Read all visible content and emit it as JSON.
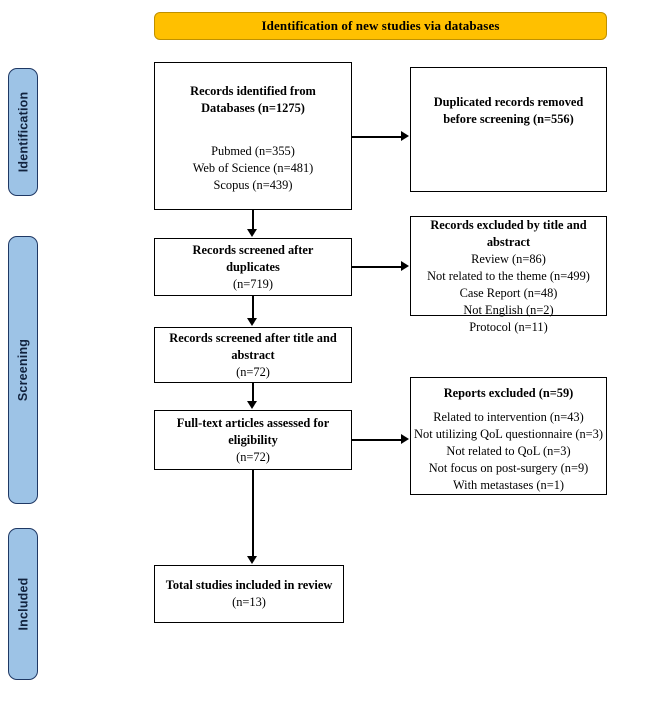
{
  "banner": {
    "title": "Identification of new studies via databases",
    "fill_color": "#FFC000"
  },
  "stages": [
    {
      "key": "identification",
      "label": "Identification"
    },
    {
      "key": "screening",
      "label": "Screening"
    },
    {
      "key": "included",
      "label": "Included"
    }
  ],
  "stage_band_color": "#9DC3E6",
  "stage_band_border_color": "#1F3864",
  "boxes": {
    "identified": {
      "heading_line1": "Records identified from",
      "heading_line2": "Databases (n=1275)",
      "sources": [
        "Pubmed (n=355)",
        "Web of Science (n=481)",
        "Scopus (n=439)"
      ]
    },
    "duplicates_removed": {
      "line1": "Duplicated records removed",
      "line2": "before screening (n=556)"
    },
    "screened_after_duplicates": {
      "line1": "Records screened after",
      "line2": "duplicates",
      "count": "(n=719)"
    },
    "excluded_title_abstract": {
      "heading_line1": "Records excluded by title and",
      "heading_line2": "abstract",
      "reasons": [
        "Review (n=86)",
        "Not related to the theme (n=499)",
        "Case Report (n=48)",
        "Not English (n=2)",
        "Protocol (n=11)"
      ]
    },
    "screened_after_title_abstract": {
      "line1": "Records screened after title and",
      "line2": "abstract",
      "count": "(n=72)"
    },
    "fulltext_assessed": {
      "line1": "Full-text articles assessed for",
      "line2": "eligibility",
      "count": "(n=72)"
    },
    "reports_excluded": {
      "heading": "Reports excluded (n=59)",
      "reasons": [
        "Related to intervention (n=43)",
        "Not utilizing QoL questionnaire (n=3)",
        "Not related to QoL (n=3)",
        "Not focus on post-surgery (n=9)",
        "With metastases (n=1)"
      ]
    },
    "total_included": {
      "line1": "Total studies included in review",
      "count": "(n=13)"
    }
  }
}
